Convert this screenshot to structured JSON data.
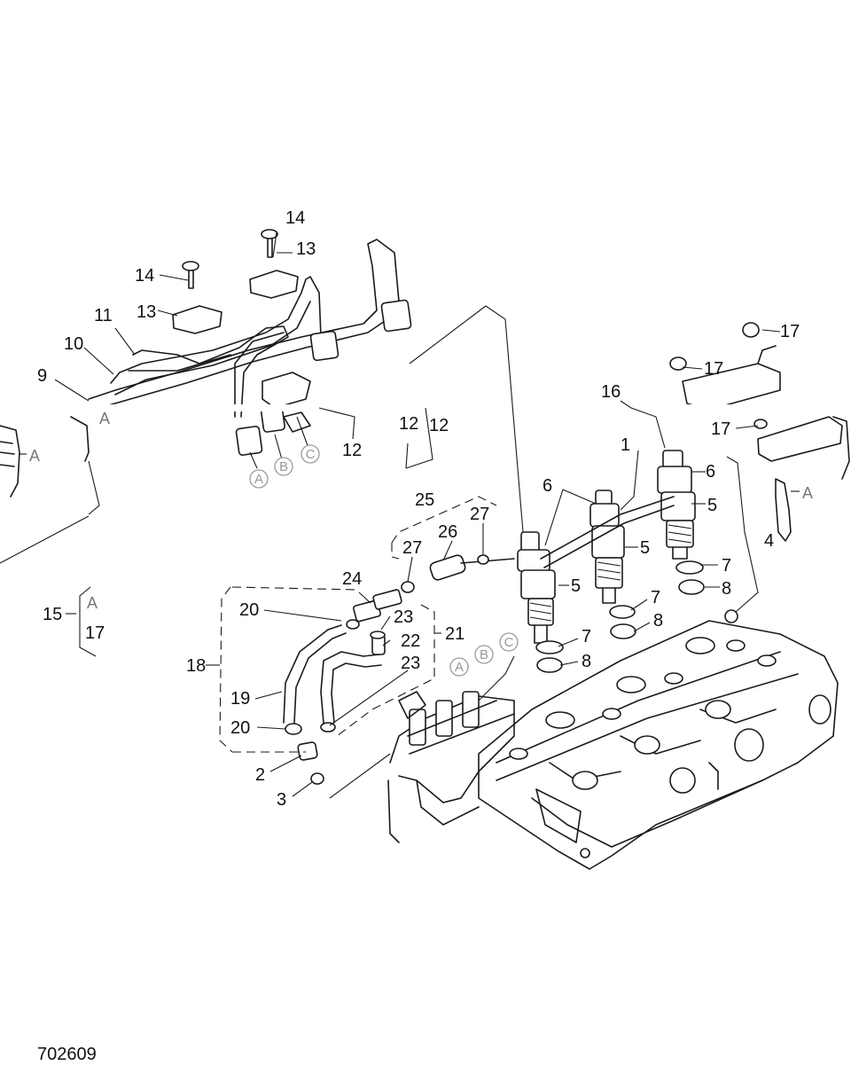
{
  "figure_id": "702609",
  "callouts": {
    "c1": "1",
    "c2": "2",
    "c3": "3",
    "c4": "4",
    "c5a": "5",
    "c5b": "5",
    "c5c": "5",
    "c6a": "6",
    "c6b": "6",
    "c7a": "7",
    "c7b": "7",
    "c7c": "7",
    "c8a": "8",
    "c8b": "8",
    "c8c": "8",
    "c9": "9",
    "c10": "10",
    "c11": "11",
    "c12a": "12",
    "c12b": "12",
    "c12c": "12",
    "c13a": "13",
    "c13b": "13",
    "c14a": "14",
    "c14b": "14",
    "c15": "15",
    "c16": "16",
    "c17a": "17",
    "c17b": "17",
    "c17c": "17",
    "c17d": "17",
    "c18": "18",
    "c19": "19",
    "c20a": "20",
    "c20b": "20",
    "c21": "21",
    "c22": "22",
    "c23a": "23",
    "c23b": "23",
    "c24": "24",
    "c25": "25",
    "c26": "26",
    "c27a": "27",
    "c27b": "27"
  },
  "circled_letters": {
    "a1": "A",
    "b1": "B",
    "c1": "C",
    "a2": "A",
    "b2": "B",
    "c2": "C"
  },
  "connector_letters": {
    "left": "A",
    "right": "A",
    "mid": "A",
    "legend": "A"
  }
}
